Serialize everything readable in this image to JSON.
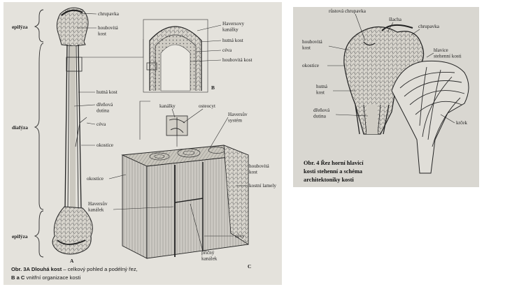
{
  "figure3": {
    "labels": {
      "chrupavka": "chrupavka",
      "houbovita_kost_top": "houbovitá\nkost",
      "epifyza_top": "epifýza",
      "diafyza": "diafýza",
      "epifyza_bottom": "epifýza",
      "hutna_kost": "hutná kost",
      "drenova_dutina": "dřeňová\ndutina",
      "ceva_left": "céva",
      "okostice_left": "okostice",
      "letter_a": "A",
      "haversovy_kanalky": "Haversovy\nkanálky",
      "hutna_kost_b": "hutná kost",
      "ceva_b": "céva",
      "houbovita_kost_b": "houbovitá kost",
      "letter_b": "B",
      "kanalky": "kanálky",
      "osteocyt": "osteocyt",
      "haversuv_system": "Haversův\nsystém",
      "okostice_c": "okostice",
      "houbovita_kost_c": "houbovitá\nkost",
      "kostni_lamely": "kostní lamely",
      "haversuv_kanalek": "Haversův\nkanálek",
      "cevy": "cévy",
      "pricny_kanalek": "příčný\nkanálek",
      "letter_c": "C"
    },
    "caption_bold": "Obr. 3A Dlouhá kost",
    "caption_rest": " – celkový pohled a podélný řez,",
    "caption_line2_bold": "B a C",
    "caption_line2_rest": " vnitřní organizace kosti"
  },
  "figure4": {
    "labels": {
      "rustova_chrupavka": "růstová chrupavka",
      "slacha": "šlacha",
      "chrupavka": "chrupavka",
      "houbovita_kost": "houbovitá\nkost",
      "okostice": "okostice",
      "hutna_kost": "hutná\nkost",
      "drenova_dutina": "dřeňová\ndutina",
      "hlavice": "hlavice\nstehenní kosti",
      "krcek": "krček"
    },
    "caption_lines": [
      "Obr. 4 Řez horní hlavicí",
      "kosti stehenní a schéma",
      "architektoniky kosti"
    ]
  },
  "colors": {
    "page": "#ffffff",
    "paper_left": "#e4e2dc",
    "paper_right": "#d9d7d1",
    "ink": "#2a2a2a"
  }
}
